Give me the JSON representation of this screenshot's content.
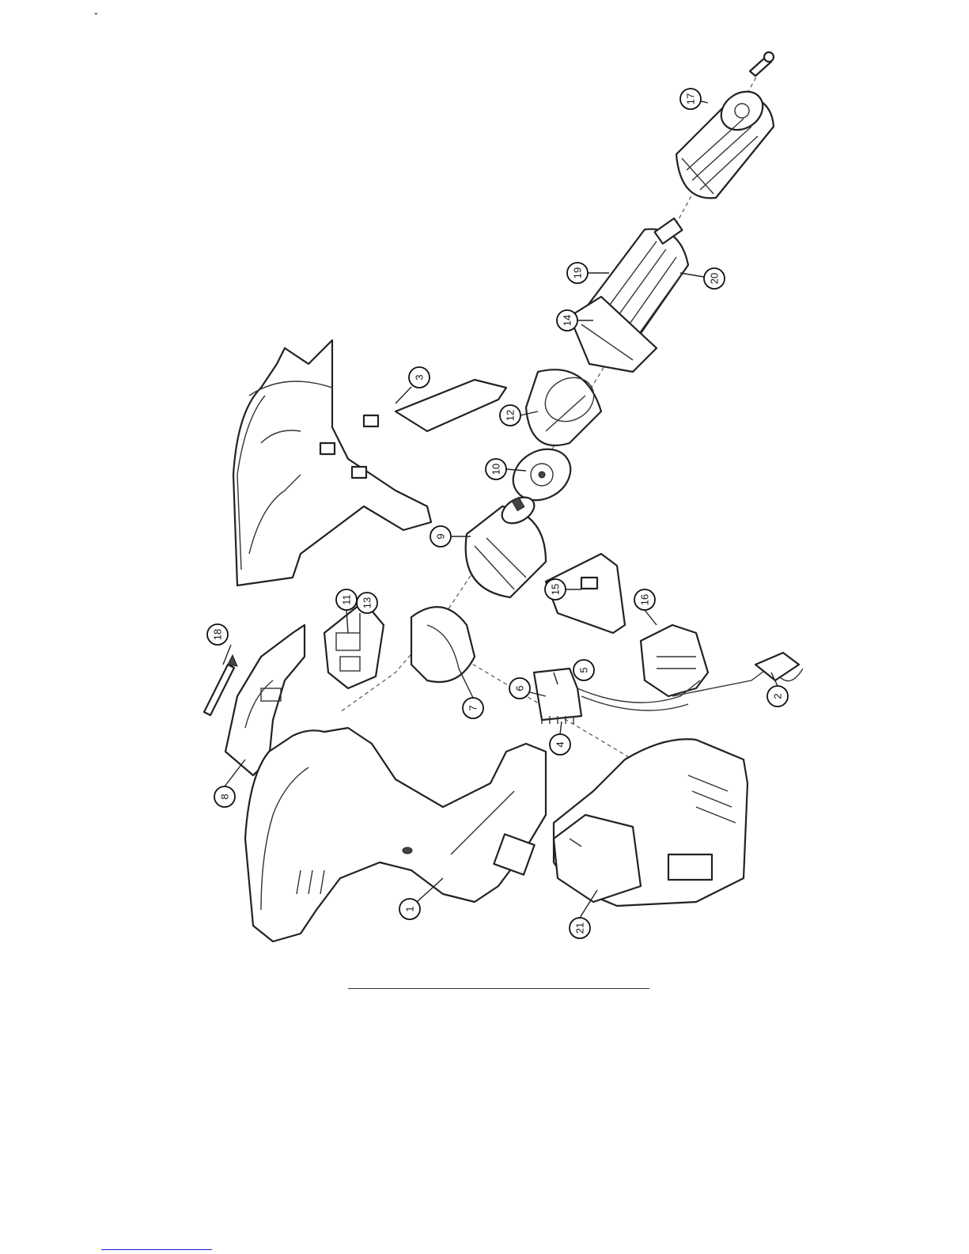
{
  "page": {
    "corner_mark": "-"
  },
  "diagram": {
    "callouts": [
      {
        "id": "callout-1",
        "label": "1"
      },
      {
        "id": "callout-2",
        "label": "2"
      },
      {
        "id": "callout-3",
        "label": "3"
      },
      {
        "id": "callout-4",
        "label": "4"
      },
      {
        "id": "callout-5",
        "label": "5"
      },
      {
        "id": "callout-6",
        "label": "6"
      },
      {
        "id": "callout-7",
        "label": "7"
      },
      {
        "id": "callout-8",
        "label": "8"
      },
      {
        "id": "callout-9",
        "label": "9"
      },
      {
        "id": "callout-10",
        "label": "10"
      },
      {
        "id": "callout-11",
        "label": "11"
      },
      {
        "id": "callout-12",
        "label": "12"
      },
      {
        "id": "callout-13",
        "label": "13"
      },
      {
        "id": "callout-14",
        "label": "14"
      },
      {
        "id": "callout-15",
        "label": "15"
      },
      {
        "id": "callout-16",
        "label": "16"
      },
      {
        "id": "callout-17",
        "label": "17"
      },
      {
        "id": "callout-18",
        "label": "18"
      },
      {
        "id": "callout-19",
        "label": "19"
      },
      {
        "id": "callout-20",
        "label": "20"
      },
      {
        "id": "callout-21",
        "label": "21"
      }
    ]
  }
}
